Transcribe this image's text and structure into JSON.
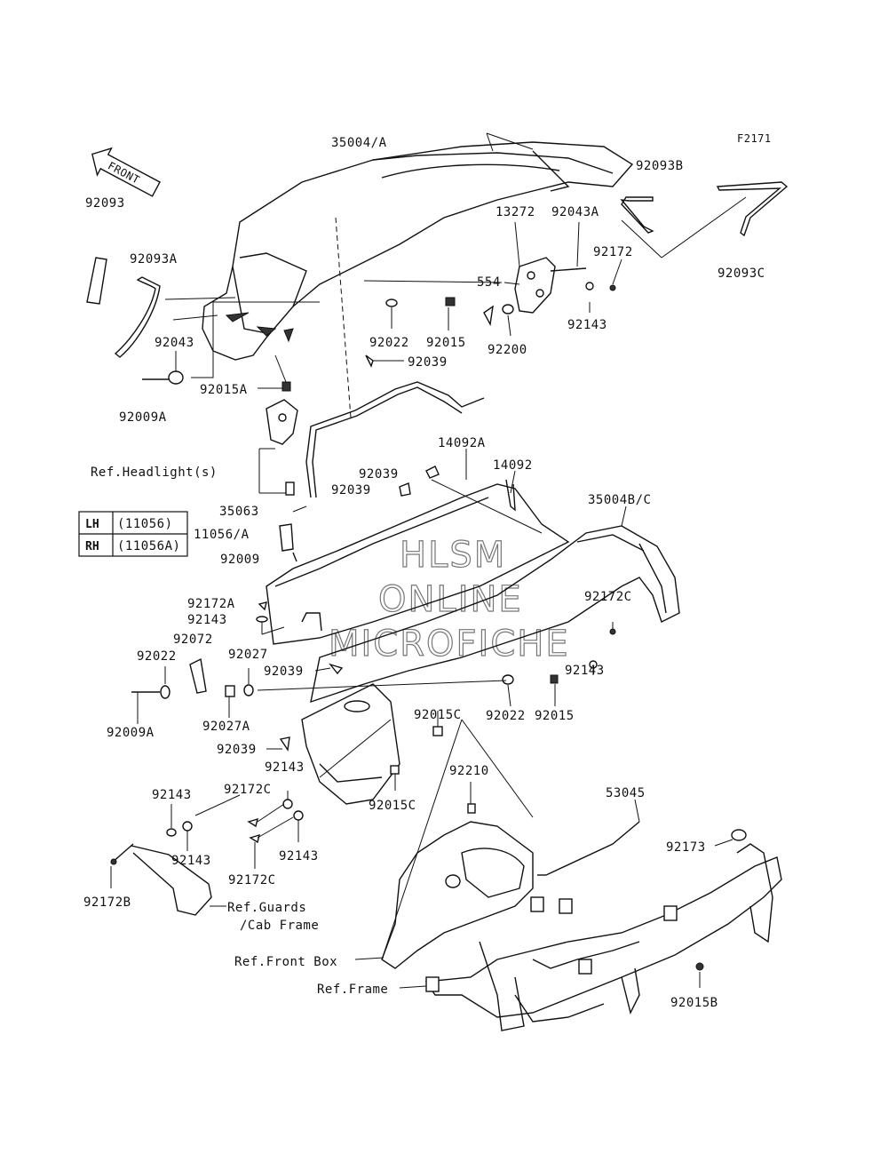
{
  "diagram_code": "F2171",
  "front_arrow_label": "FRONT",
  "watermark": [
    "HLSM",
    "ONLINE",
    "MICROFICHE"
  ],
  "side_table": [
    {
      "side": "LH",
      "part": "(11056)"
    },
    {
      "side": "RH",
      "part": "(11056A)"
    }
  ],
  "parts": {
    "p35004A": "35004/A",
    "p92093": "92093",
    "p92093A": "92093A",
    "p92093B": "92093B",
    "p92093C": "92093C",
    "p13272": "13272",
    "p92043A": "92043A",
    "p92172": "92172",
    "p554": "554",
    "p92022a": "92022",
    "p92015a": "92015",
    "p92200": "92200",
    "p92143a": "92143",
    "p92043": "92043",
    "p92039a": "92039",
    "p92015A": "92015A",
    "p92009A_top": "92009A",
    "refHeadlight": "Ref.Headlight(s)",
    "p14092A": "14092A",
    "p14092": "14092",
    "p92039b": "92039",
    "p92039c": "92039",
    "p35063": "35063",
    "p35004BC": "35004B/C",
    "p11056A": "11056/A",
    "p92009": "92009",
    "p92172A": "92172A",
    "p92143b": "92143",
    "p92172C_r": "92172C",
    "p92072": "92072",
    "p92022b": "92022",
    "p92027": "92027",
    "p92039d": "92039",
    "p92143c": "92143",
    "p92027A": "92027A",
    "p92009A_mid": "92009A",
    "p92015C": "92015C",
    "p92022c": "92022",
    "p92015b": "92015",
    "p92039e": "92039",
    "p92143d": "92143",
    "p92143e": "92143",
    "p92172C_a": "92172C",
    "p92015C_b": "92015C",
    "p92210": "92210",
    "p53045": "53045",
    "p92143f": "92143",
    "p92143g": "92143",
    "p92172C_b": "92172C",
    "p92173": "92173",
    "p92172B": "92172B",
    "refGuards1": "Ref.Guards",
    "refGuards2": "/Cab Frame",
    "refFrontBox": "Ref.Front Box",
    "refFrame": "Ref.Frame",
    "p92015B": "92015B"
  }
}
